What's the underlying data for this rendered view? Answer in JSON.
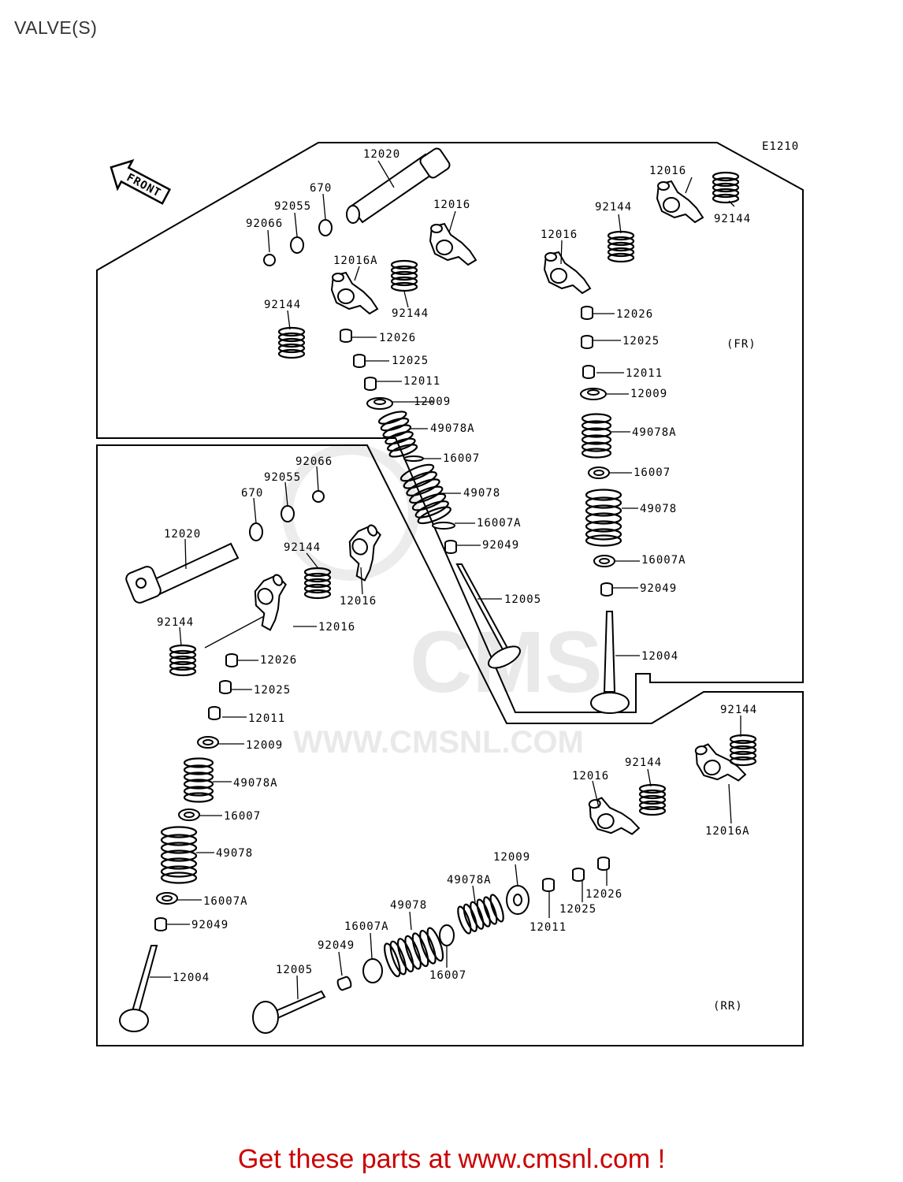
{
  "page": {
    "title": "VALVE(S)",
    "footer_text": "Get these parts at www.cmsnl.com !"
  },
  "diagram": {
    "figure_code": "E1210",
    "front_arrow": "FRONT",
    "section_front": "(FR)",
    "section_rear": "(RR)",
    "watermark_logo": "CMS",
    "watermark_url": "WWW.CMSNL.COM",
    "part_numbers": {
      "p12020": "12020",
      "p12016": "12016",
      "p12016A": "12016A",
      "p670": "670",
      "p92055": "92055",
      "p92066": "92066",
      "p92144": "92144",
      "p12026": "12026",
      "p12025": "12025",
      "p12011": "12011",
      "p12009": "12009",
      "p49078A": "49078A",
      "p16007": "16007",
      "p49078": "49078",
      "p16007A": "16007A",
      "p92049": "92049",
      "p12005": "12005",
      "p12004": "12004"
    }
  },
  "colors": {
    "footer": "#cc0000",
    "title": "#333333",
    "watermark": "#e9e9e9"
  }
}
